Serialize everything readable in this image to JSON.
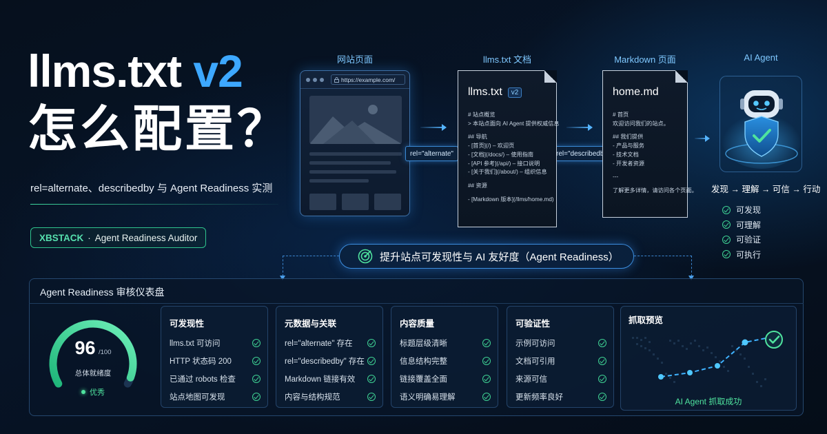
{
  "hero": {
    "title_main": "llms.txt ",
    "title_accent": "v2",
    "subtitle": "怎么配置？",
    "description": "rel=alternate、describedby 与 Agent Readiness 实测",
    "brand_name": "XBSTACK",
    "brand_sep": "·",
    "brand_product": "Agent Readiness Auditor"
  },
  "flow": {
    "columns": [
      "网站页面",
      "llms.txt 文档",
      "Markdown 页面",
      "AI Agent"
    ],
    "browser_url": "https://example.com/",
    "rel_alternate": "rel=\"alternate\"",
    "rel_describedby": "rel=\"describedby\"",
    "llms_doc": {
      "title": "llms.txt",
      "version": "v2",
      "lines": [
        "# 站点概览",
        "> 本站点面向 AI Agent 提供权威信息",
        "",
        "## 导航",
        "- [首页](/) – 欢迎页",
        "- [文档](/docs/) – 使用指南",
        "- [API 参考](/api/) – 接口说明",
        "- [关于我们](/about/) – 组织信息",
        "",
        "## 资源",
        "",
        "- [Markdown 版本](/llms/home.md)"
      ]
    },
    "md_doc": {
      "title": "home.md",
      "lines": [
        "# 首页",
        "欢迎访问我们的站点。",
        "",
        "## 我们提供",
        "- 产品与服务",
        "- 技术文档",
        "- 开发者资源",
        "",
        "---",
        "",
        "了解更多详情，请访问各个页面。"
      ]
    },
    "agent_steps": "发现 → 理解 → 可信 → 行动",
    "agent_checks": [
      "可发现",
      "可理解",
      "可验证",
      "可执行"
    ]
  },
  "banner": {
    "text": "提升站点可发现性与 AI 友好度（Agent Readiness）"
  },
  "dashboard": {
    "title": "Agent Readiness 审核仪表盘",
    "score": {
      "value": 96,
      "max": 100,
      "max_label": "/100",
      "label": "总体就绪度",
      "grade": "优秀"
    },
    "metrics": [
      {
        "title": "可发现性",
        "items": [
          "llms.txt 可访问",
          "HTTP 状态码 200",
          "已通过 robots 检查",
          "站点地图可发现"
        ]
      },
      {
        "title": "元数据与关联",
        "items": [
          "rel=\"alternate\" 存在",
          "rel=\"describedby\" 存在",
          "Markdown 链接有效",
          "内容与结构规范"
        ]
      },
      {
        "title": "内容质量",
        "items": [
          "标题层级清晰",
          "信息结构完整",
          "链接覆盖全面",
          "语义明确易理解"
        ]
      },
      {
        "title": "可验证性",
        "items": [
          "示例可访问",
          "文档可引用",
          "来源可信",
          "更新频率良好"
        ]
      }
    ],
    "preview": {
      "title": "抓取预览",
      "footer": "AI Agent 抓取成功"
    }
  },
  "colors": {
    "accent_blue": "#3da8ff",
    "success_green": "#4fe39e",
    "background": "#06101d"
  }
}
